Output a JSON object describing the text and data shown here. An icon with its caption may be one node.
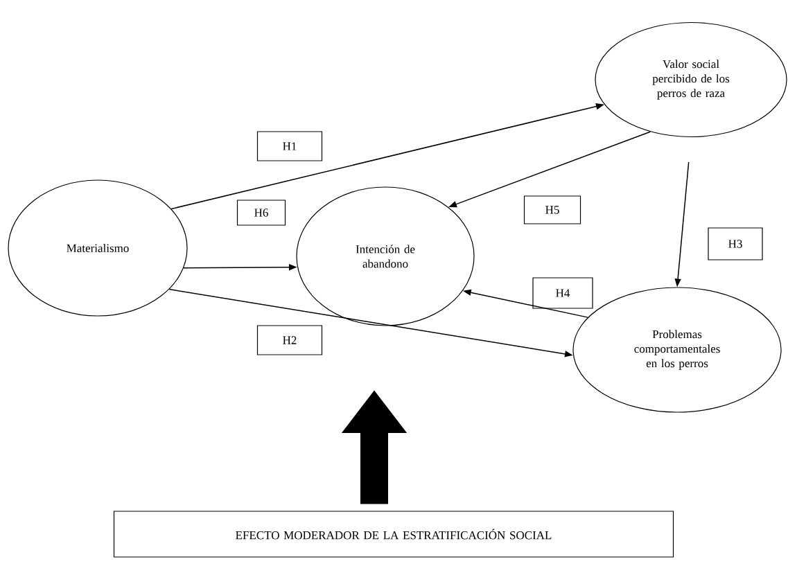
{
  "diagram": {
    "nodes": [
      {
        "text": [
          "Materialismo"
        ]
      },
      {
        "text": [
          "Intención de abandono"
        ]
      },
      {
        "text": [
          "Valor social percibido de los perros de raza"
        ]
      },
      {
        "text": [
          "Problemas comportamentales en los perros"
        ]
      },
      {
        "text": [
          "H1"
        ]
      },
      {
        "text": [
          "H6"
        ]
      },
      {
        "text": [
          "H5"
        ]
      },
      {
        "text": [
          "H3"
        ]
      },
      {
        "text": [
          "H4"
        ]
      },
      {
        "text": [
          "H2"
        ]
      },
      {
        "text": [
          "EFECTO MODERADOR DE LA ESTRATIFICACIÓN SOCIAL"
        ]
      }
    ],
    "edges": [
      {
        "from": 0,
        "to": 2,
        "arrow": "to"
      },
      {
        "from": 2,
        "to": 1,
        "arrow": "to"
      },
      {
        "from": 0,
        "to": 1,
        "arrow": "to"
      },
      {
        "from": 0,
        "to": 3,
        "arrow": "to"
      },
      {
        "from": 2,
        "to": 3,
        "arrow": "to"
      },
      {
        "from": 3,
        "to": 1,
        "arrow": "to"
      },
      {
        "from": 10,
        "to": null,
        "arrow": "to",
        "style": "thick"
      }
    ]
  }
}
